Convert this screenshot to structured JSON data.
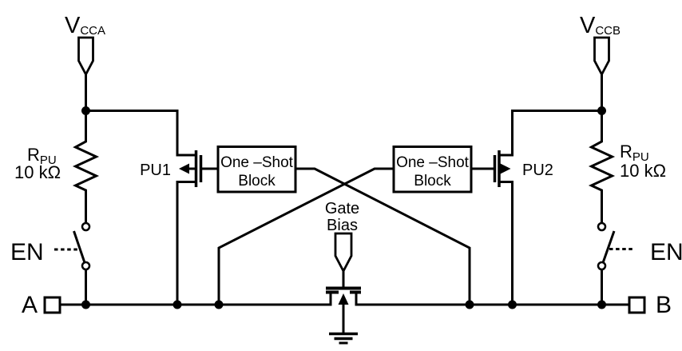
{
  "colors": {
    "ink": "#000000",
    "paper": "#ffffff"
  },
  "schematic": {
    "supply_left": {
      "main": "V",
      "sub": "CCA"
    },
    "supply_right": {
      "main": "V",
      "sub": "CCB"
    },
    "pullup_left": {
      "ref_main": "R",
      "ref_sub": "PU",
      "value": "10 kΩ"
    },
    "pullup_right": {
      "ref_main": "R",
      "ref_sub": "PU",
      "value": "10 kΩ"
    },
    "enable_left": "EN",
    "enable_right": "EN",
    "port_left": "A",
    "port_right": "B",
    "pu1": "PU1",
    "pu2": "PU2",
    "one_shot_left": {
      "line1": "One –Shot",
      "line2": "Block"
    },
    "one_shot_right": {
      "line1": "One –Shot",
      "line2": "Block"
    },
    "gate_bias": {
      "line1": "Gate",
      "line2": "Bias"
    }
  }
}
